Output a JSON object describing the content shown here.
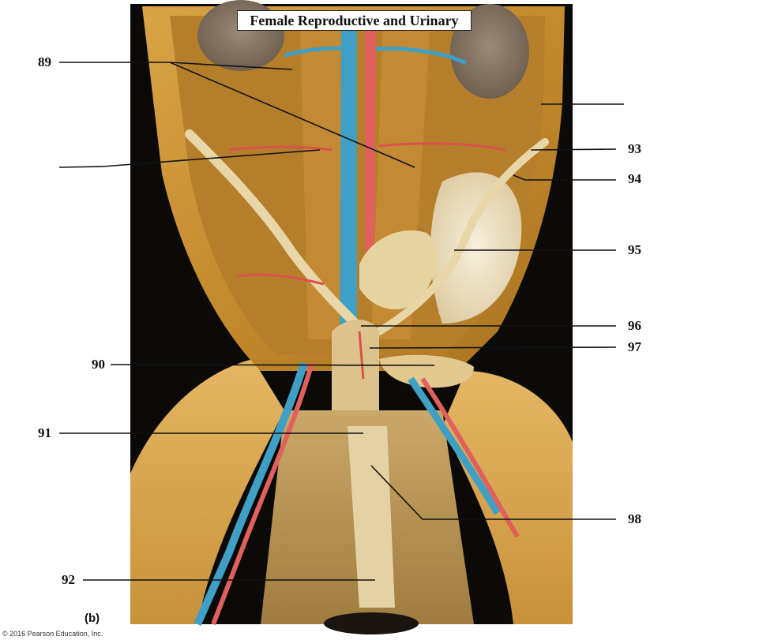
{
  "title": "Female Reproductive and Urinary",
  "panel_label": "(b)",
  "copyright": "© 2016 Pearson Education, Inc.",
  "labels": {
    "l89": "89",
    "l90": "90",
    "l91": "91",
    "l92": "92",
    "l93": "93",
    "l94": "94",
    "l95": "95",
    "l96": "96",
    "l97": "97",
    "l98": "98"
  },
  "colors": {
    "background": "#ffffff",
    "dark_backdrop": "#0c0a08",
    "muscle": "#c9922f",
    "artery": "#e0605c",
    "vein": "#3f9fc4",
    "fat": "#efe6cc"
  }
}
